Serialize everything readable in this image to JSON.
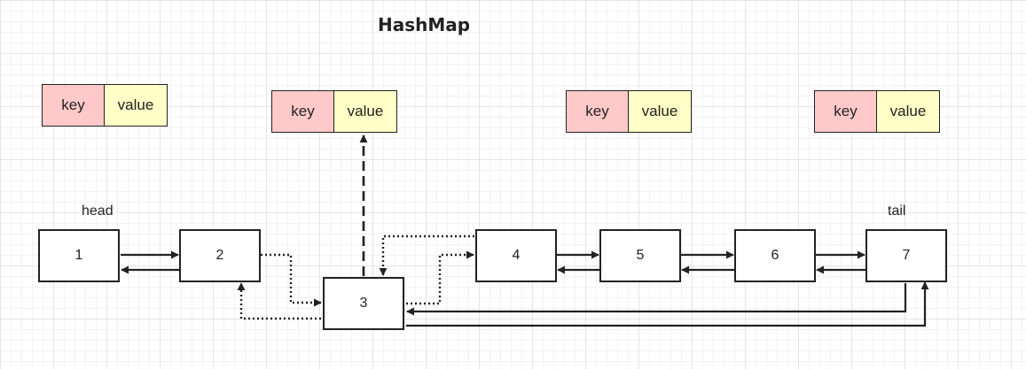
{
  "title": "HashMap",
  "entries": [
    {
      "key": "key",
      "value": "value"
    },
    {
      "key": "key",
      "value": "value"
    },
    {
      "key": "key",
      "value": "value"
    },
    {
      "key": "key",
      "value": "value"
    }
  ],
  "nodes": [
    "1",
    "2",
    "3",
    "4",
    "5",
    "6",
    "7"
  ],
  "labels": {
    "head": "head",
    "tail": "tail"
  },
  "colors": {
    "key_fill": "#ffc9c9",
    "value_fill": "#ffffc7",
    "stroke": "#222222",
    "grid": "#e4e4e4"
  }
}
